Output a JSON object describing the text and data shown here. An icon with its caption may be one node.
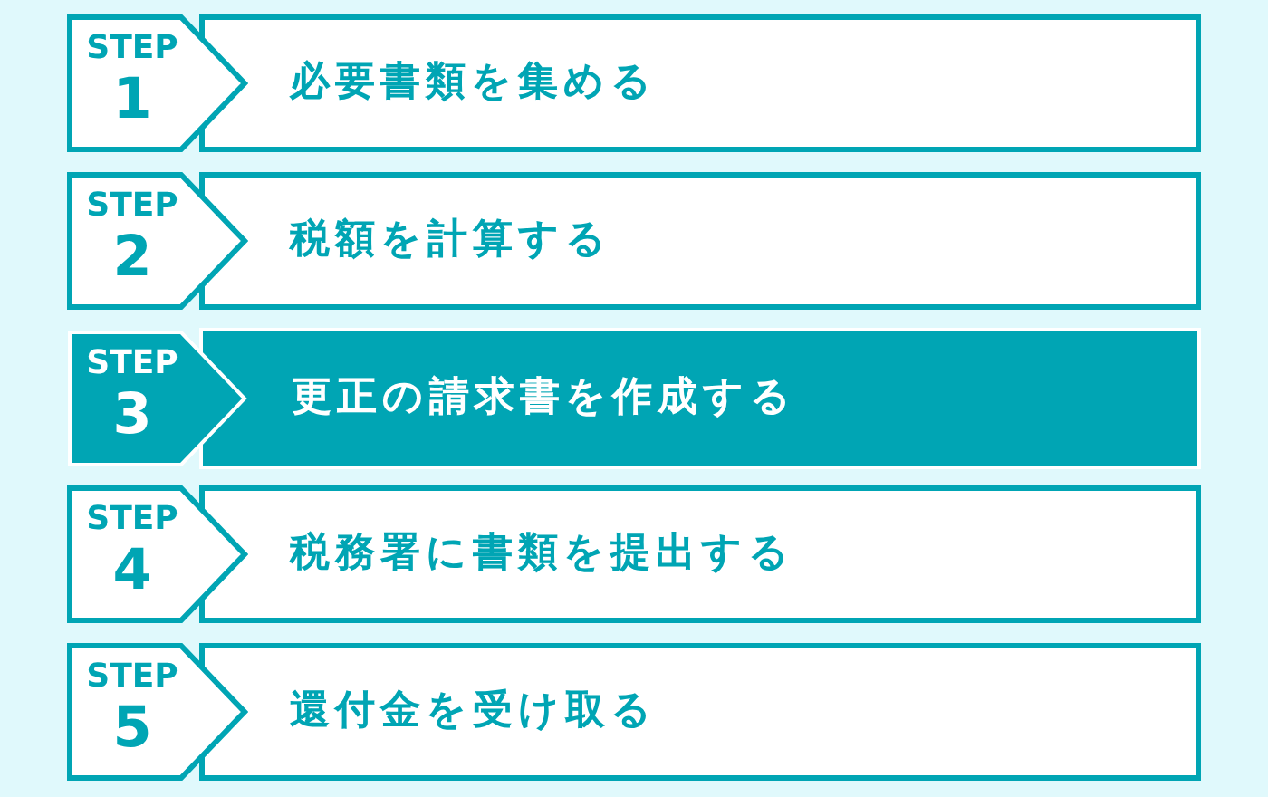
{
  "diagram": {
    "nodes": [
      {
        "text": [
          "STEP",
          "1"
        ]
      },
      {
        "text": [
          "必要書類を集める"
        ]
      },
      {
        "text": [
          "STEP",
          "2"
        ]
      },
      {
        "text": [
          "税額を計算する"
        ]
      },
      {
        "text": [
          "STEP",
          "3"
        ]
      },
      {
        "text": [
          "更正の請求書を作成する"
        ]
      },
      {
        "text": [
          "STEP",
          "4"
        ]
      },
      {
        "text": [
          "税務署に書類を提出する"
        ]
      },
      {
        "text": [
          "STEP",
          "5"
        ]
      },
      {
        "text": [
          "還付金を受け取る"
        ]
      }
    ],
    "edges": []
  }
}
